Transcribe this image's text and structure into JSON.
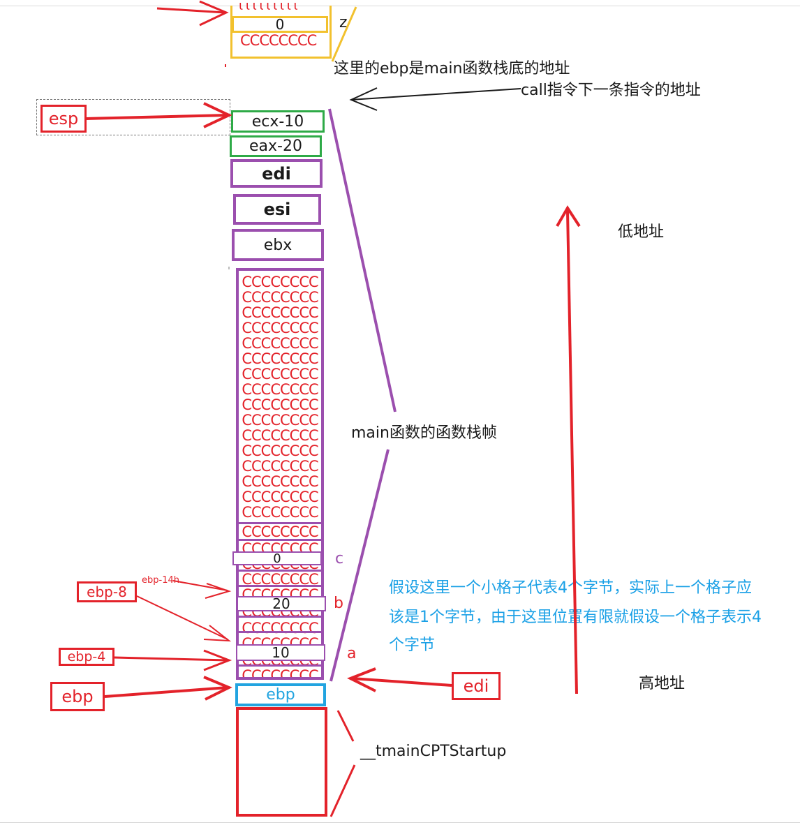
{
  "top_block": {
    "zero": "0",
    "cs": "CCCCCCCC",
    "var": "z"
  },
  "annotations": {
    "main_ebp": "这里的ebp是main函数栈底的地址",
    "call_next": "call指令下一条指令的地址",
    "frame": "main函数的函数栈帧",
    "low_addr": "低地址",
    "high_addr": "高地址",
    "startup": "__tmainCPTStartup",
    "note_line1": "假设这里一个小格子代表4个字节，实际上一个格子应",
    "note_line2": "该是1个字节，由于这里位置有限就假设一个格子表示4",
    "note_line3": "个字节"
  },
  "pointers": {
    "esp": "esp",
    "ebp_8": "ebp-8",
    "ebp_14h": "ebp-14h",
    "ebp_4": "ebp-4",
    "ebp": "ebp",
    "edi": "edi"
  },
  "stack": {
    "ecx": "ecx-10",
    "eax": "eax-20",
    "edi": "edi",
    "esi": "esi",
    "ebx": "ebx",
    "fill": "CCCCCCCC",
    "c_val": "0",
    "b_val": "20",
    "a_val": "10",
    "c_name": "c",
    "b_name": "b",
    "a_name": "a",
    "ebp": "ebp"
  },
  "colors": {
    "red": "#e3222a",
    "purple": "#9b4fae",
    "green": "#2eaa47",
    "yellow": "#f2c12e",
    "blue": "#22a4e0"
  }
}
